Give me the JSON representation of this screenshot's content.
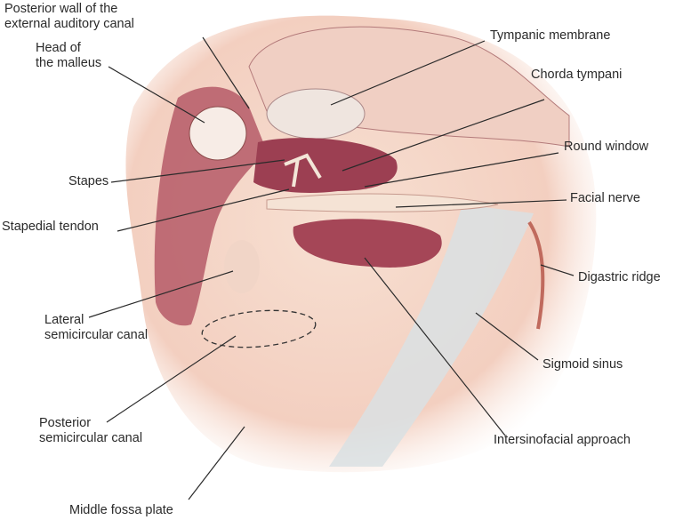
{
  "labels": {
    "posterior_wall": [
      "Posterior wall of the",
      "external auditory canal"
    ],
    "tympanic_membrane": "Tympanic membrane",
    "head_malleus": [
      "Head of",
      "the malleus"
    ],
    "chorda_tympani": "Chorda tympani",
    "round_window": "Round window",
    "stapes": "Stapes",
    "stapedial_tendon": "Stapedial tendon",
    "facial_nerve": "Facial nerve",
    "digastric_ridge": "Digastric ridge",
    "lateral_canal": [
      "Lateral",
      "semicircular canal"
    ],
    "sigmoid_sinus": "Sigmoid sinus",
    "posterior_canal": [
      "Posterior",
      "semicircular canal"
    ],
    "intersinofacial": "Intersinofacial approach",
    "middle_fossa": "Middle fossa plate"
  },
  "colors": {
    "bone": "#f6dccf",
    "cavity": "#a8485a",
    "sinus": "#d9e0e3",
    "text": "#2a2a2a"
  }
}
